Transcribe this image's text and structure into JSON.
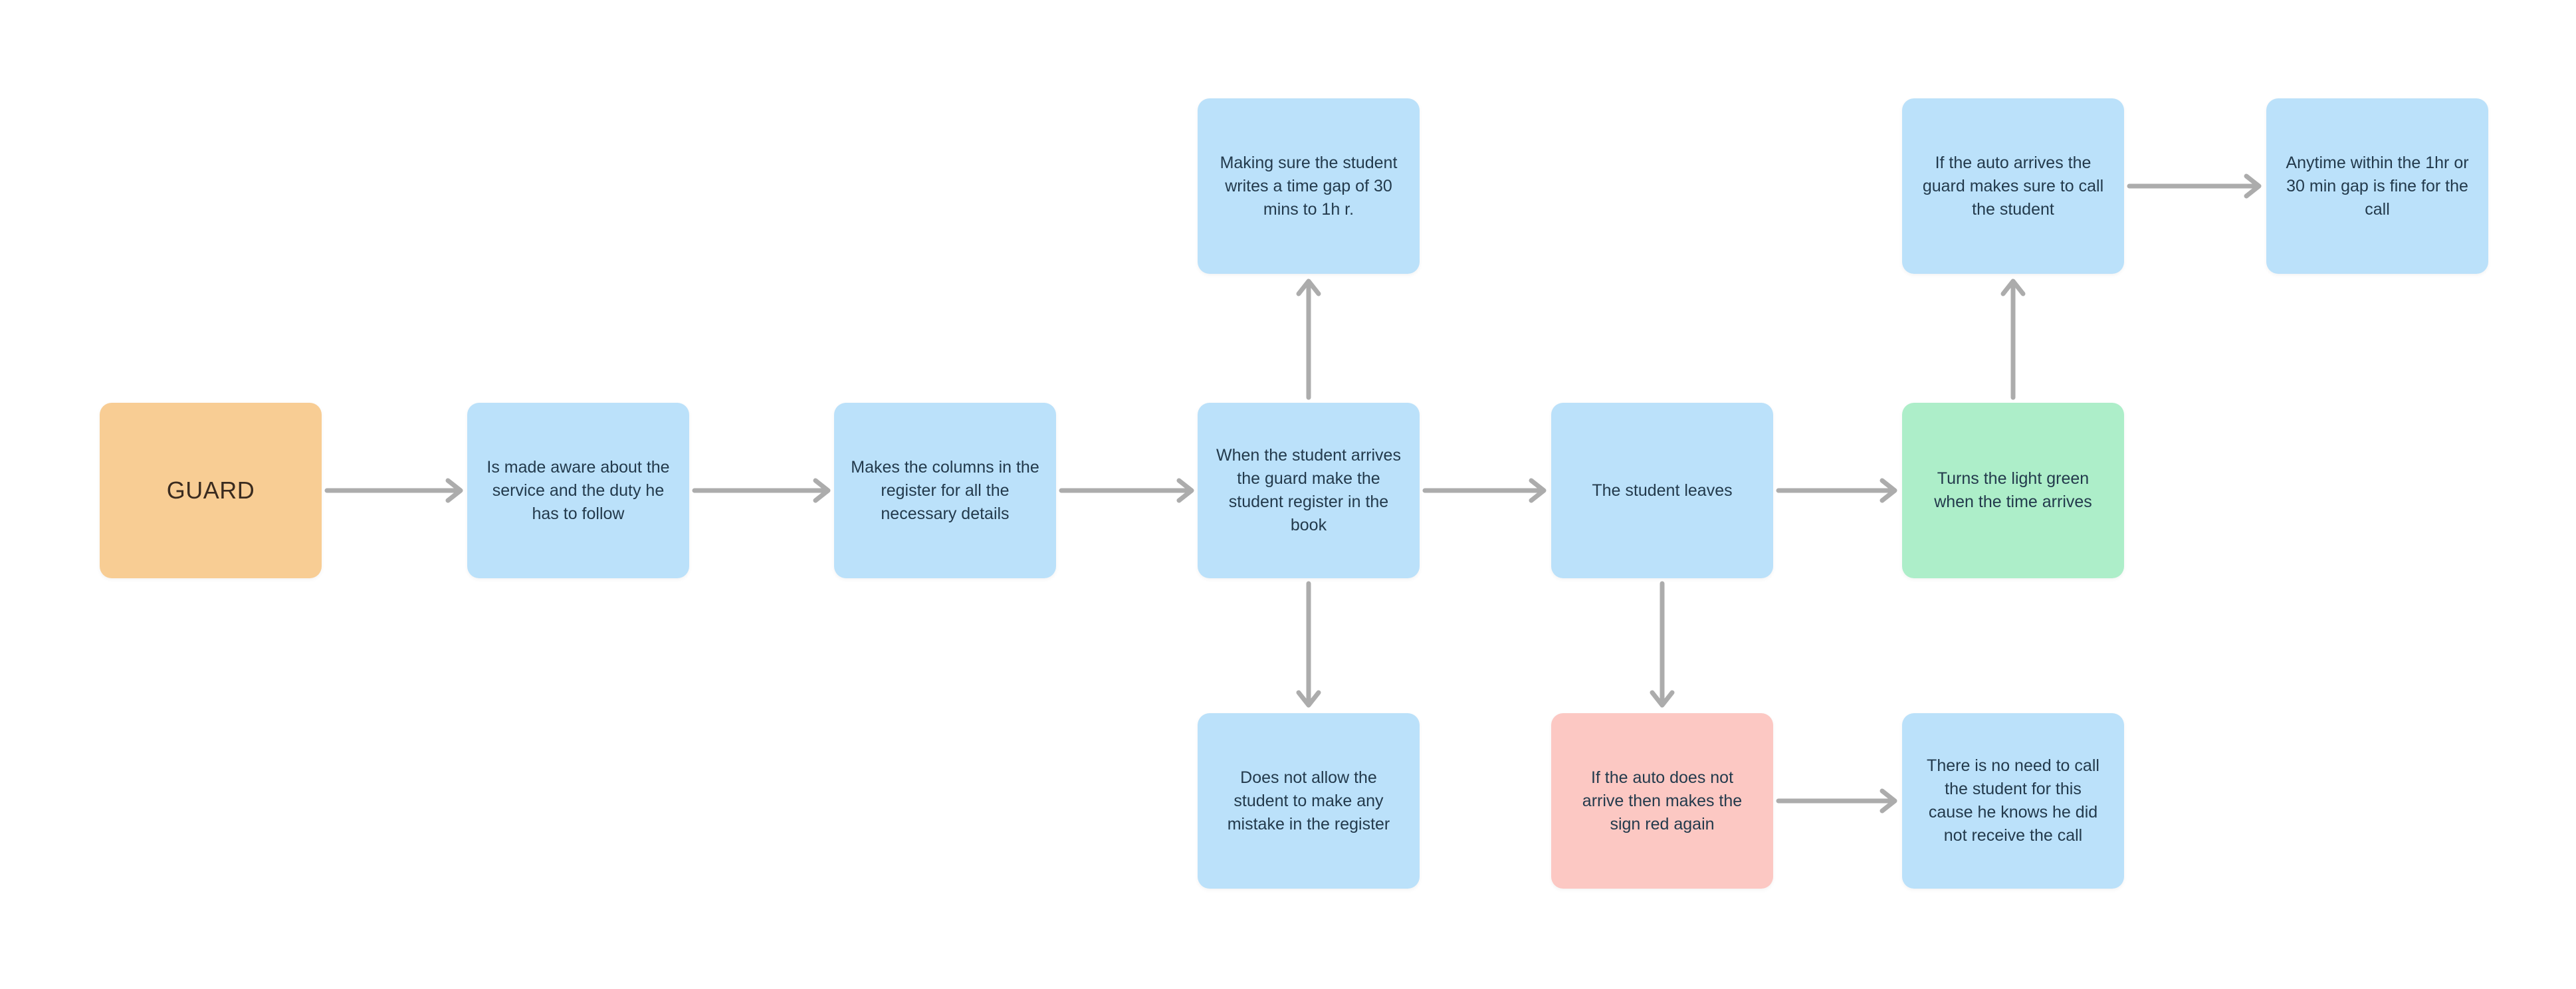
{
  "palette": {
    "canvas_bg": "#ffffff",
    "orange": "#F8CD94",
    "blue": "#BBE1FA",
    "green": "#ADEEC9",
    "red": "#FCC8C3",
    "arrow": "#ACACAC",
    "text": "#233A4C",
    "guard_text": "#3A2B1F"
  },
  "nodes": {
    "guard": {
      "label": "GUARD",
      "color": "#F8CD94"
    },
    "aware": {
      "label": "Is made aware about the\nservice and the duty he\nhas to follow",
      "color": "#BBE1FA"
    },
    "columns": {
      "label": "Makes the columns in the\nregister for all the\nnecessary details",
      "color": "#BBE1FA"
    },
    "register": {
      "label": "When the student arrives\nthe guard make the\nstudent register in the\nbook",
      "color": "#BBE1FA"
    },
    "time_gap": {
      "label": "Making sure the student\nwrites a time gap of 30\nmins to 1h r.",
      "color": "#BBE1FA"
    },
    "no_mistake": {
      "label": "Does not allow the\nstudent to make any\nmistake in the register",
      "color": "#BBE1FA"
    },
    "leaves": {
      "label": "The student leaves",
      "color": "#BBE1FA"
    },
    "green_light": {
      "label": "Turns the light green\nwhen the time arrives",
      "color": "#ADEEC9"
    },
    "call_student": {
      "label": "If the auto arrives the\nguard makes sure to call\nthe student",
      "color": "#BBE1FA"
    },
    "anytime": {
      "label": "Anytime within the 1hr or\n30 min gap is fine for the\ncall",
      "color": "#BBE1FA"
    },
    "red_sign": {
      "label": "If the auto does not\narrive then makes the\nsign red again",
      "color": "#FCC8C3"
    },
    "no_call": {
      "label": "There is no need to call\nthe student for this\ncause he knows he did\nnot receive the call",
      "color": "#BBE1FA"
    }
  },
  "edges": [
    {
      "from": "guard",
      "to": "aware",
      "direction": "right"
    },
    {
      "from": "aware",
      "to": "columns",
      "direction": "right"
    },
    {
      "from": "columns",
      "to": "register",
      "direction": "right"
    },
    {
      "from": "register",
      "to": "time_gap",
      "direction": "up"
    },
    {
      "from": "register",
      "to": "leaves",
      "direction": "right"
    },
    {
      "from": "register",
      "to": "no_mistake",
      "direction": "down"
    },
    {
      "from": "leaves",
      "to": "green_light",
      "direction": "right"
    },
    {
      "from": "leaves",
      "to": "red_sign",
      "direction": "down"
    },
    {
      "from": "green_light",
      "to": "call_student",
      "direction": "up"
    },
    {
      "from": "call_student",
      "to": "anytime",
      "direction": "right"
    },
    {
      "from": "red_sign",
      "to": "no_call",
      "direction": "right"
    }
  ]
}
